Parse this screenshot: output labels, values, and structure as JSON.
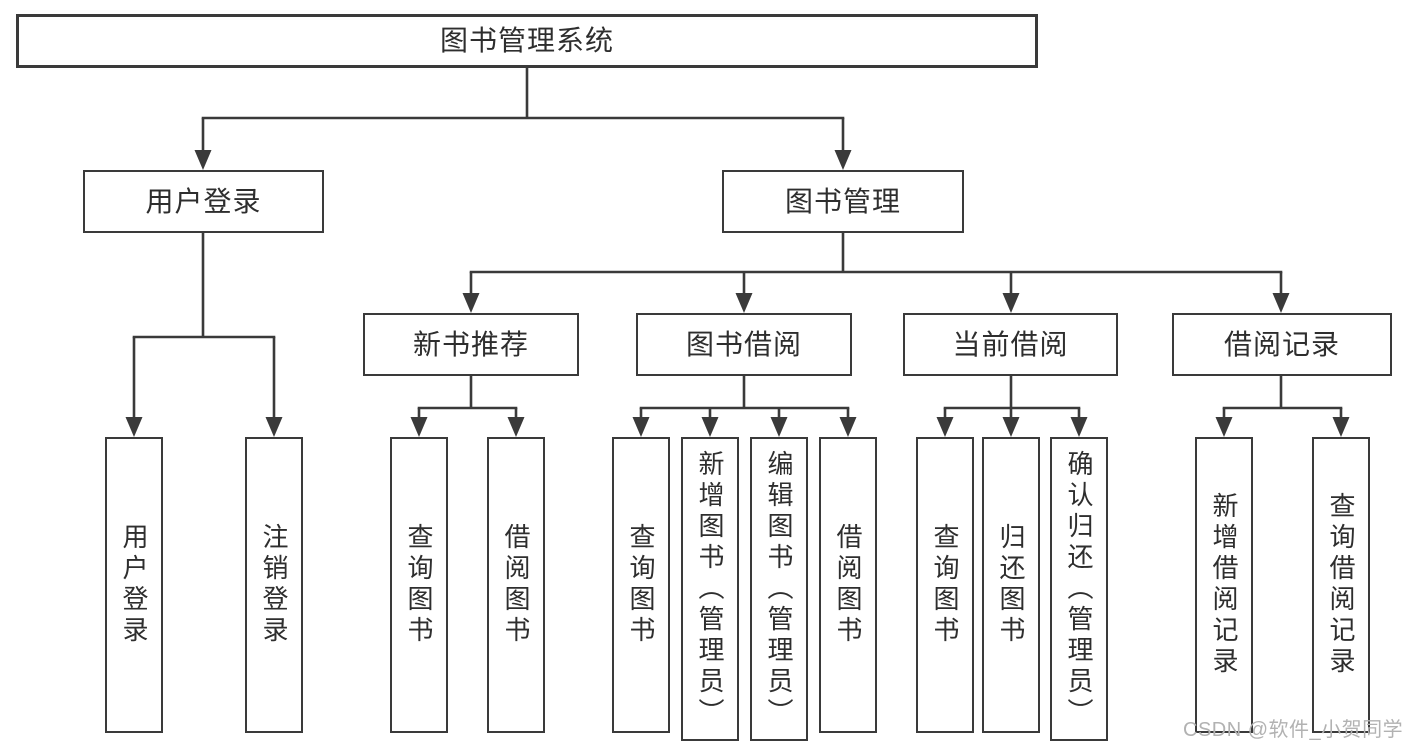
{
  "diagram": {
    "type": "hierarchy-tree",
    "title": "图书管理系统",
    "colors": {
      "line": "#3a3a3a",
      "box_border": "#3a3a3a",
      "text": "#2e2e2e",
      "background": "#ffffff",
      "watermark": "#b2b2b2"
    },
    "tree": {
      "label": "图书管理系统",
      "children": [
        {
          "label": "用户登录",
          "children": [
            {
              "label": "用户登录"
            },
            {
              "label": "注销登录"
            }
          ]
        },
        {
          "label": "图书管理",
          "children": [
            {
              "label": "新书推荐",
              "children": [
                {
                  "label": "查询图书"
                },
                {
                  "label": "借阅图书"
                }
              ]
            },
            {
              "label": "图书借阅",
              "children": [
                {
                  "label": "查询图书"
                },
                {
                  "label": "新增图书（管理员）"
                },
                {
                  "label": "编辑图书（管理员）"
                },
                {
                  "label": "借阅图书"
                }
              ]
            },
            {
              "label": "当前借阅",
              "children": [
                {
                  "label": "查询图书"
                },
                {
                  "label": "归还图书"
                },
                {
                  "label": "确认归还（管理员）"
                }
              ]
            },
            {
              "label": "借阅记录",
              "children": [
                {
                  "label": "新增借阅记录"
                },
                {
                  "label": "查询借阅记录"
                }
              ]
            }
          ]
        }
      ]
    }
  },
  "watermark": {
    "text": "CSDN @软件_小贺同学"
  }
}
